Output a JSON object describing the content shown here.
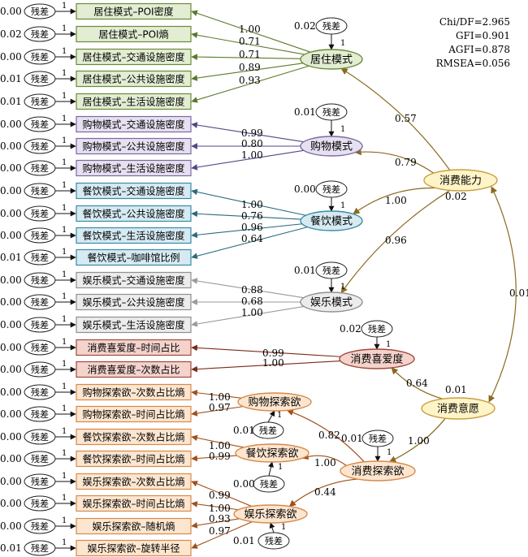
{
  "fit_stats": [
    "Chi/DF=2.965",
    "GFI=0.901",
    "AGFI=0.878",
    "RMSEA=0.056"
  ],
  "error_label": "残差",
  "one": "1",
  "observed": [
    {
      "id": "o1",
      "label": "居住模式–POI密度",
      "err": "0.00",
      "group": "green"
    },
    {
      "id": "o2",
      "label": "居住模式–POI熵",
      "err": "0.02",
      "group": "green"
    },
    {
      "id": "o3",
      "label": "居住模式–交通设施密度",
      "err": "0.00",
      "group": "green"
    },
    {
      "id": "o4",
      "label": "居住模式–公共设施密度",
      "err": "0.01",
      "group": "green"
    },
    {
      "id": "o5",
      "label": "居住模式–生活设施密度",
      "err": "0.01",
      "group": "green"
    },
    {
      "id": "o6",
      "label": "购物模式–交通设施密度",
      "err": "0.00",
      "group": "purple"
    },
    {
      "id": "o7",
      "label": "购物模式–公共设施密度",
      "err": "0.00",
      "group": "purple"
    },
    {
      "id": "o8",
      "label": "购物模式–生活设施密度",
      "err": "0.00",
      "group": "purple"
    },
    {
      "id": "o9",
      "label": "餐饮模式–交通设施密度",
      "err": "0.00",
      "group": "blue"
    },
    {
      "id": "o10",
      "label": "餐饮模式–公共设施密度",
      "err": "0.00",
      "group": "blue"
    },
    {
      "id": "o11",
      "label": "餐饮模式–生活设施密度",
      "err": "0.00",
      "group": "blue"
    },
    {
      "id": "o12",
      "label": "餐饮模式–咖啡馆比例",
      "err": "0.01",
      "group": "blue"
    },
    {
      "id": "o13",
      "label": "娱乐模式–交通设施密度",
      "err": "0.00",
      "group": "gray"
    },
    {
      "id": "o14",
      "label": "娱乐模式–公共设施密度",
      "err": "0.00",
      "group": "gray"
    },
    {
      "id": "o15",
      "label": "娱乐模式–生活设施密度",
      "err": "0.00",
      "group": "gray"
    },
    {
      "id": "o16",
      "label": "消费喜爱度–时间占比",
      "err": "0.00",
      "group": "red"
    },
    {
      "id": "o17",
      "label": "消费喜爱度–次数占比",
      "err": "0.00",
      "group": "red"
    },
    {
      "id": "o18",
      "label": "购物探索欲–次数占比熵",
      "err": "0.00",
      "group": "orange"
    },
    {
      "id": "o19",
      "label": "购物探索欲–时间占比熵",
      "err": "0.00",
      "group": "orange"
    },
    {
      "id": "o20",
      "label": "餐饮探索欲–次数占比熵",
      "err": "0.00",
      "group": "orange"
    },
    {
      "id": "o21",
      "label": "餐饮探索欲–时间占比熵",
      "err": "0.00",
      "group": "orange"
    },
    {
      "id": "o22",
      "label": "娱乐探索欲–次数占比熵",
      "err": "0.00",
      "group": "orange"
    },
    {
      "id": "o23",
      "label": "娱乐探索欲–时间占比熵",
      "err": "0.00",
      "group": "orange"
    },
    {
      "id": "o24",
      "label": "娱乐探索欲–随机熵",
      "err": "0.00",
      "group": "orange"
    },
    {
      "id": "o25",
      "label": "娱乐探索欲–旋转半径",
      "err": "0.01",
      "group": "orange"
    }
  ],
  "latent": [
    {
      "id": "L_live",
      "label": "居住模式",
      "err": "0.02",
      "group": "green"
    },
    {
      "id": "L_shop",
      "label": "购物模式",
      "err": "0.01",
      "group": "purple"
    },
    {
      "id": "L_food",
      "label": "餐饮模式",
      "err": "0.00",
      "group": "blue"
    },
    {
      "id": "L_fun",
      "label": "娱乐模式",
      "err": "0.01",
      "group": "gray"
    },
    {
      "id": "L_pref",
      "label": "消费喜爱度",
      "err": "0.02",
      "group": "red"
    },
    {
      "id": "L_shopx",
      "label": "购物探索欲",
      "err": "0.01",
      "group": "orange"
    },
    {
      "id": "L_foodx",
      "label": "餐饮探索欲",
      "err": "0.00",
      "group": "orange"
    },
    {
      "id": "L_funx",
      "label": "娱乐探索欲",
      "err": "0.01",
      "group": "orange"
    },
    {
      "id": "L_expl",
      "label": "消费探索欲",
      "err": "0.01",
      "group": "orange"
    },
    {
      "id": "L_ability",
      "label": "消费能力",
      "err": "0.02",
      "group": "yellow"
    },
    {
      "id": "L_will",
      "label": "消费意愿",
      "err": "0.01",
      "group": "yellow"
    }
  ],
  "loadings": [
    {
      "from": "L_live",
      "to": "o1",
      "value": "1.00"
    },
    {
      "from": "L_live",
      "to": "o2",
      "value": "0.71"
    },
    {
      "from": "L_live",
      "to": "o3",
      "value": "0.71"
    },
    {
      "from": "L_live",
      "to": "o4",
      "value": "0.89"
    },
    {
      "from": "L_live",
      "to": "o5",
      "value": "0.93"
    },
    {
      "from": "L_shop",
      "to": "o6",
      "value": "0.99"
    },
    {
      "from": "L_shop",
      "to": "o7",
      "value": "0.80"
    },
    {
      "from": "L_shop",
      "to": "o8",
      "value": "1.00"
    },
    {
      "from": "L_food",
      "to": "o9",
      "value": "1.00"
    },
    {
      "from": "L_food",
      "to": "o10",
      "value": "0.76"
    },
    {
      "from": "L_food",
      "to": "o11",
      "value": "0.96"
    },
    {
      "from": "L_food",
      "to": "o12",
      "value": "0.64"
    },
    {
      "from": "L_fun",
      "to": "o13",
      "value": "0.88"
    },
    {
      "from": "L_fun",
      "to": "o14",
      "value": "0.68"
    },
    {
      "from": "L_fun",
      "to": "o15",
      "value": "1.00"
    },
    {
      "from": "L_pref",
      "to": "o16",
      "value": "0.99"
    },
    {
      "from": "L_pref",
      "to": "o17",
      "value": "1.00"
    },
    {
      "from": "L_shopx",
      "to": "o18",
      "value": "1.00"
    },
    {
      "from": "L_shopx",
      "to": "o19",
      "value": "0.97"
    },
    {
      "from": "L_foodx",
      "to": "o20",
      "value": "1.00"
    },
    {
      "from": "L_foodx",
      "to": "o21",
      "value": "0.99"
    },
    {
      "from": "L_funx",
      "to": "o22",
      "value": "0.99"
    },
    {
      "from": "L_funx",
      "to": "o23",
      "value": "1.00"
    },
    {
      "from": "L_funx",
      "to": "o24",
      "value": "0.93"
    },
    {
      "from": "L_funx",
      "to": "o25",
      "value": "0.97"
    }
  ],
  "structural": [
    {
      "from": "L_ability",
      "to": "L_live",
      "value": "0.57"
    },
    {
      "from": "L_ability",
      "to": "L_shop",
      "value": "0.79"
    },
    {
      "from": "L_ability",
      "to": "L_food",
      "value": "1.00"
    },
    {
      "from": "L_ability",
      "to": "L_fun",
      "value": "0.96"
    },
    {
      "from": "L_will",
      "to": "L_pref",
      "value": "0.64"
    },
    {
      "from": "L_will",
      "to": "L_expl",
      "value": "1.00"
    },
    {
      "from": "L_expl",
      "to": "L_shopx",
      "value": "0.82"
    },
    {
      "from": "L_expl",
      "to": "L_foodx",
      "value": "1.00"
    },
    {
      "from": "L_expl",
      "to": "L_funx",
      "value": "0.44"
    }
  ],
  "covariance": {
    "a": "L_ability",
    "b": "L_will",
    "value": "0.01"
  },
  "colors": {
    "green": {
      "fill": "#e2edd3",
      "stroke": "#6b8a3a",
      "arrow": "#5a7a2a"
    },
    "purple": {
      "fill": "#e6e0f0",
      "stroke": "#7a6aa0",
      "arrow": "#56458a"
    },
    "blue": {
      "fill": "#d6eaf2",
      "stroke": "#3a8aa5",
      "arrow": "#2a6a80"
    },
    "gray": {
      "fill": "#ececec",
      "stroke": "#909090",
      "arrow": "#9a9a9a"
    },
    "red": {
      "fill": "#f3d3cc",
      "stroke": "#a04a3a",
      "arrow": "#7a2a1a"
    },
    "orange": {
      "fill": "#fde6d0",
      "stroke": "#d68a4a",
      "arrow": "#a0501a"
    },
    "yellow": {
      "fill": "#fff4c8",
      "stroke": "#c8a040",
      "arrow": "#8a6a20"
    }
  }
}
